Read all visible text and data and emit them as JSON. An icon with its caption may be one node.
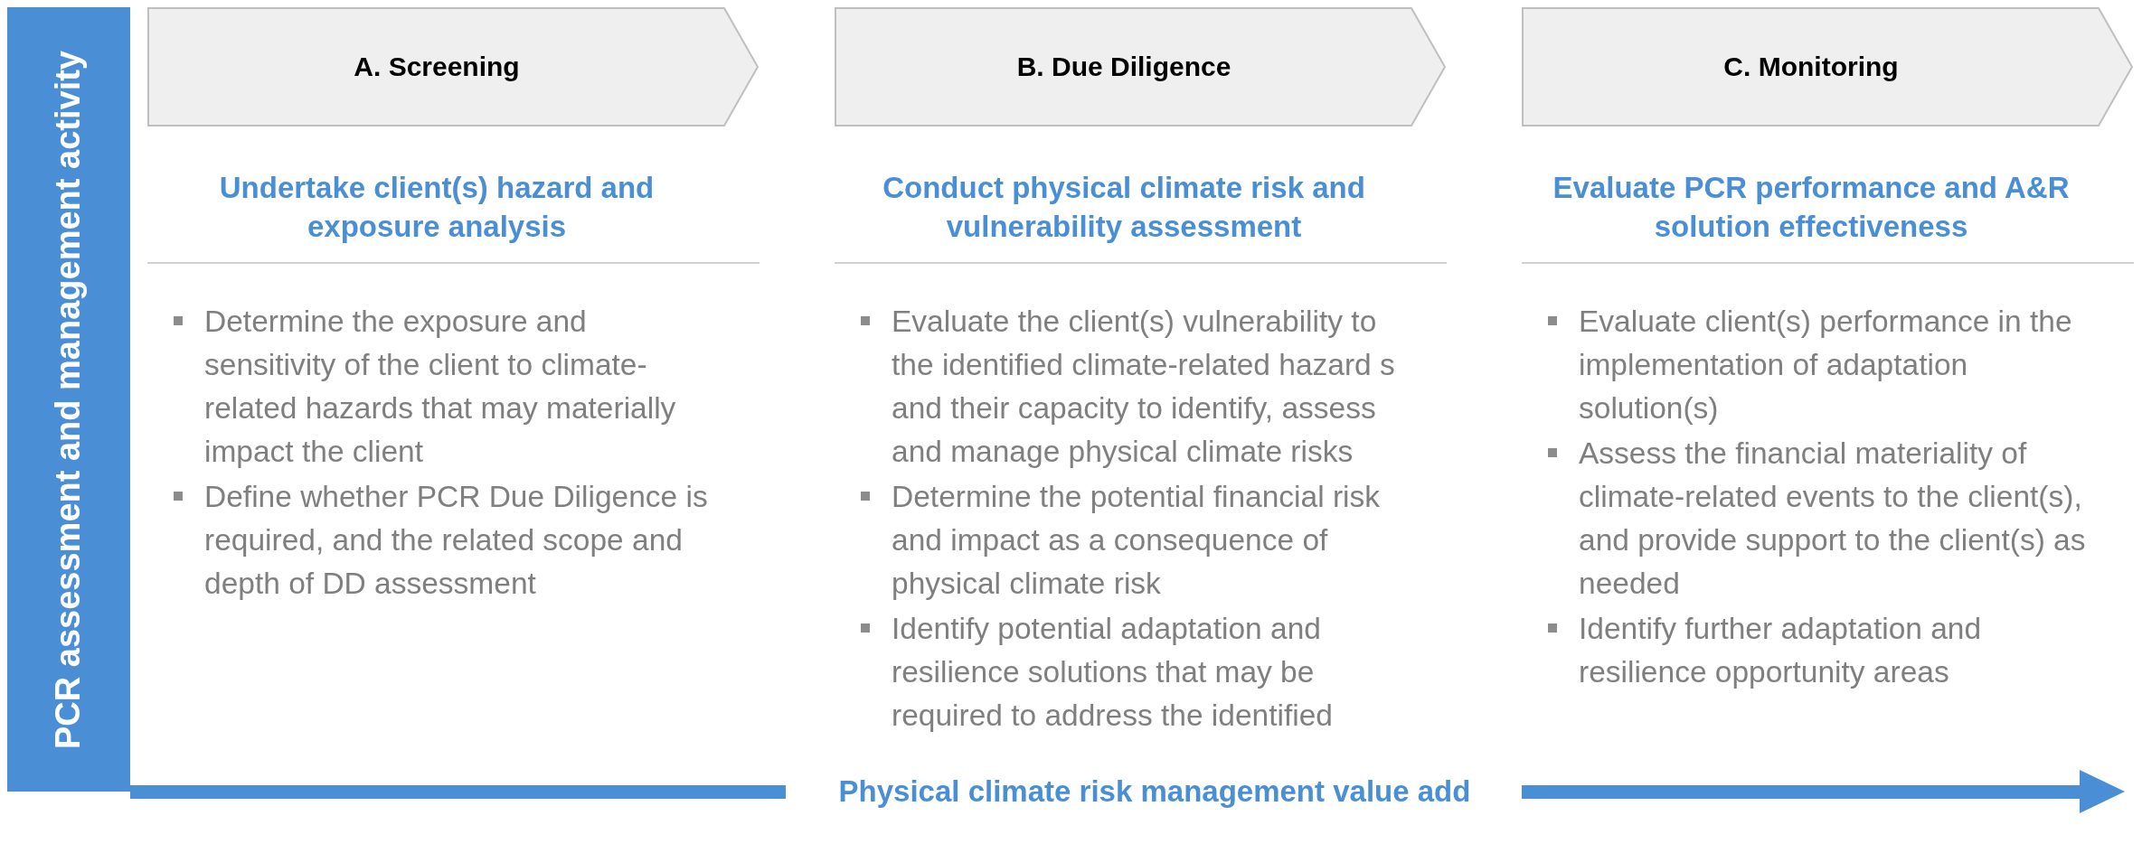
{
  "diagram": {
    "nodes": [
      {
        "text": [
          "PCR assessment and management activity"
        ]
      },
      {
        "text": [
          "A. Screening"
        ]
      },
      {
        "text": [
          "B. Due Diligence"
        ]
      },
      {
        "text": [
          "C. Monitoring"
        ]
      }
    ],
    "labels": [
      "Undertake client(s) hazard and exposure analysis",
      "Determine the exposure and sensitivity of the client to climate-related hazards that may materially impact the client",
      "Define whether PCR Due Diligence is required, and the related scope and depth of DD assessment",
      "Conduct physical climate risk and vulnerability assessment",
      "Evaluate the client(s) vulnerability to the identified climate-related hazard s and their capacity to identify, assess and manage physical climate risks",
      "Determine the potential financial risk and impact as a consequence of physical climate risk",
      "Identify potential adaptation and resilience solutions that may be required to address the identified",
      "Evaluate PCR performance and A&R solution effectiveness",
      "Evaluate client(s) performance in the implementation of adaptation solution(s)",
      "Assess the financial materiality of climate-related events to the client(s), and provide support to the client(s) as needed",
      "Identify further adaptation and resilience opportunity areas",
      "Physical climate risk management value add"
    ]
  }
}
